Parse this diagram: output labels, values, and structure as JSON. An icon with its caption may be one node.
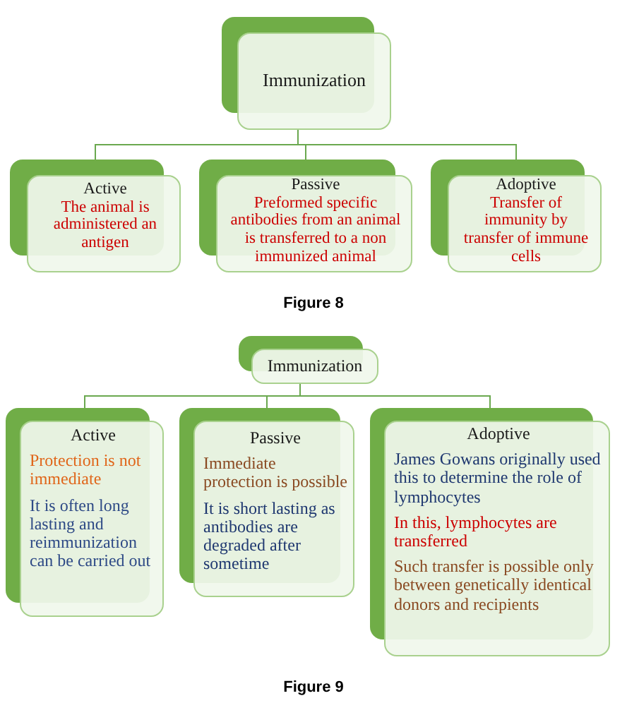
{
  "diagram": {
    "nodes": [
      {
        "text": [
          "Immunization"
        ]
      },
      {
        "text": [
          "Active",
          "The animal is administered an antigen"
        ]
      },
      {
        "text": [
          "Passive",
          "Preformed specific antibodies from an animal is transferred to a non immunized animal"
        ]
      },
      {
        "text": [
          "Adoptive",
          "Transfer of immunity by transfer of immune cells"
        ]
      },
      {
        "text": [
          "Immunization"
        ]
      },
      {
        "text": [
          "Active",
          "Protection is not immediate",
          "It is often long lasting and reimmunization can be carried out"
        ]
      },
      {
        "text": [
          "Passive",
          "Immediate protection is possible",
          "It is short lasting as antibodies are degraded after sometime"
        ]
      },
      {
        "text": [
          "Adoptive",
          "James Gowans originally used this to determine the role of lymphocytes",
          "In this, lymphocytes are transferred",
          "Such transfer is possible only between genetically identical donors and recipients"
        ]
      }
    ],
    "edges": [
      {
        "from": 0,
        "to": 1,
        "arrow": "none"
      },
      {
        "from": 0,
        "to": 2,
        "arrow": "none"
      },
      {
        "from": 0,
        "to": 3,
        "arrow": "none"
      },
      {
        "from": 4,
        "to": 5,
        "arrow": "none"
      },
      {
        "from": 4,
        "to": 6,
        "arrow": "none"
      },
      {
        "from": 4,
        "to": 7,
        "arrow": "none"
      }
    ],
    "labels": [
      "Figure 8",
      "Figure 9"
    ]
  }
}
